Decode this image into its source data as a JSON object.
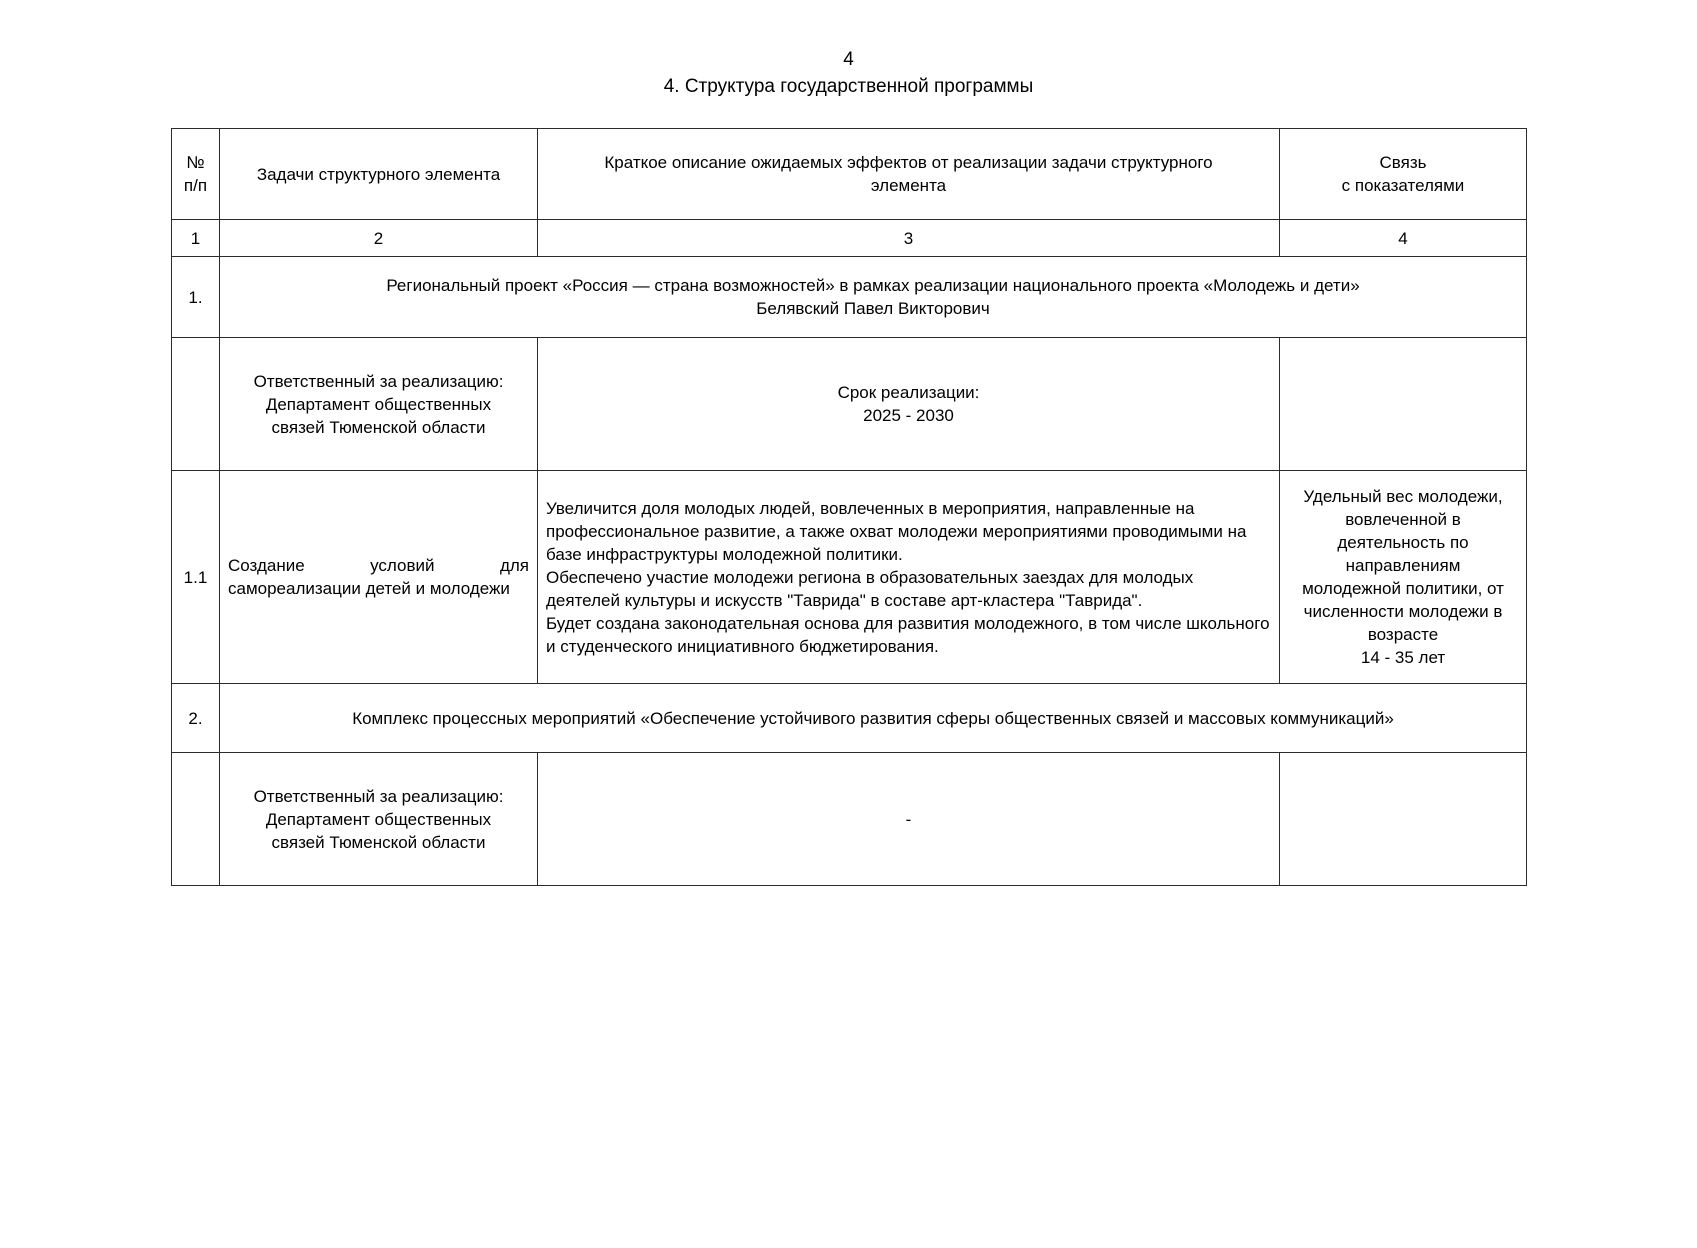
{
  "page": {
    "number": "4",
    "heading": "4. Структура государственной программы"
  },
  "table": {
    "headers": {
      "num_line1": "№",
      "num_line2": "п/п",
      "task": "Задачи структурного элемента",
      "desc_line1": "Краткое описание ожидаемых эффектов от реализации задачи структурного",
      "desc_line2": "элемента",
      "link_line1": "Связь",
      "link_line2": "с показателями"
    },
    "column_numbers": {
      "c1": "1",
      "c2": "2",
      "c3": "3",
      "c4": "4"
    },
    "rows": {
      "project": {
        "num": "1.",
        "title_line1": "Региональный проект «Россия — страна возможностей» в рамках реализации национального проекта «Молодежь и дети»",
        "title_line2": "Белявский Павел Викторович"
      },
      "responsible_1": {
        "label_line1": "Ответственный за реализацию:",
        "label_line2": "Департамент общественных",
        "label_line3": "связей Тюменской области",
        "term_line1": "Срок реализации:",
        "term_line2": "2025 - 2030"
      },
      "task_1_1": {
        "num": "1.1",
        "task": "Создание условий для самореализации детей и молодежи",
        "desc_p1": "Увеличится доля молодых людей, вовлеченных в мероприятия, направленные на профессиональное развитие, а также охват молодежи мероприятиями проводимыми на базе инфраструктуры молодежной политики.",
        "desc_p2": "Обеспечено участие молодежи региона в образовательных заездах для молодых деятелей культуры и искусств \"Таврида\" в составе арт-кластера \"Таврида\".",
        "desc_p3": "Будет создана законодательная основа для развития молодежного, в том числе школьного и студенческого инициативного бюджетирования.",
        "link_line1": "Удельный вес молодежи,",
        "link_line2": "вовлеченной в",
        "link_line3": "деятельность по",
        "link_line4": "направлениям",
        "link_line5": "молодежной политики, от",
        "link_line6": "численности молодежи в",
        "link_line7": "возрасте",
        "link_line8": "14 - 35 лет"
      },
      "complex": {
        "num": "2.",
        "title": "Комплекс процессных мероприятий «Обеспечение устойчивого развития сферы общественных связей и массовых коммуникаций»"
      },
      "responsible_2": {
        "label_line1": "Ответственный за реализацию:",
        "label_line2": "Департамент общественных",
        "label_line3": "связей Тюменской области",
        "dash": "-"
      }
    }
  }
}
